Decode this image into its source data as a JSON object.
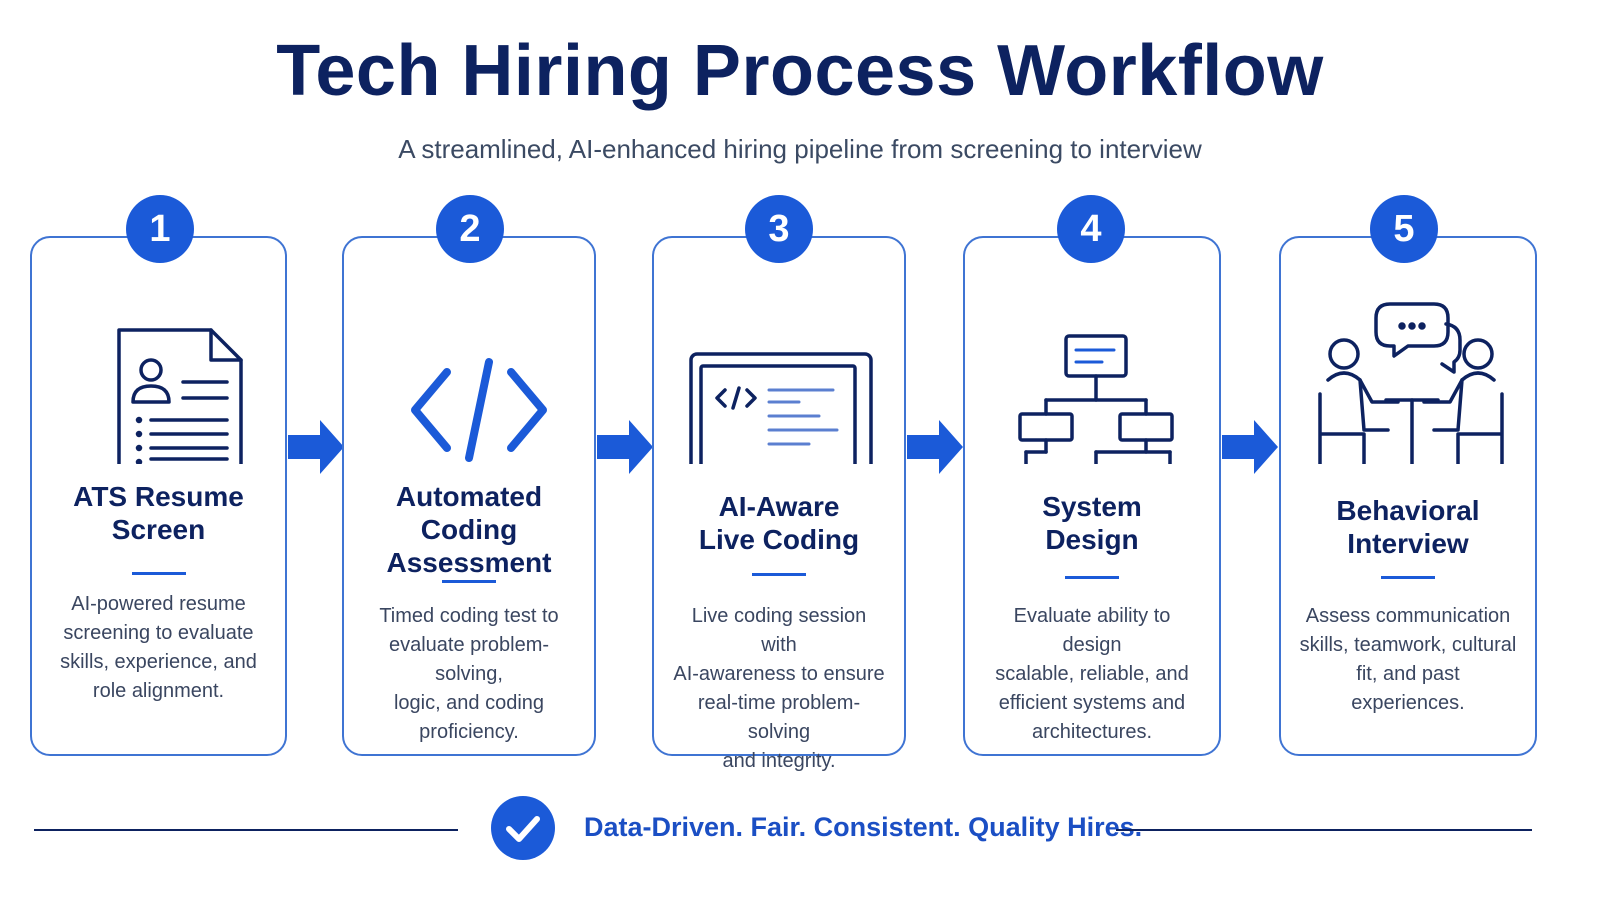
{
  "header": {
    "title": "Tech Hiring Process Workflow",
    "subtitle": "A streamlined, AI-enhanced hiring pipeline from screening to interview"
  },
  "colors": {
    "navy": "#0d2260",
    "accent_blue": "#1b5ad8",
    "card_border": "#3f74d3"
  },
  "steps": [
    {
      "number": "1",
      "title": "ATS Resume\nScreen",
      "description": "AI-powered resume\nscreening to evaluate\nskills, experience, and\nrole alignment.",
      "icon": "resume-document-icon"
    },
    {
      "number": "2",
      "title": "Automated\nCoding\nAssessment",
      "description": "Timed coding test to\nevaluate problem-solving,\nlogic, and coding\nproficiency.",
      "icon": "code-brackets-icon"
    },
    {
      "number": "3",
      "title": "AI-Aware\nLive Coding",
      "description": "Live coding session with\nAI-awareness to ensure\nreal-time problem-solving\nand integrity.",
      "icon": "laptop-code-icon"
    },
    {
      "number": "4",
      "title": "System\nDesign",
      "description": "Evaluate ability to design\nscalable, reliable, and\nefficient systems and\narchitectures.",
      "icon": "architecture-diagram-icon"
    },
    {
      "number": "5",
      "title": "Behavioral\nInterview",
      "description": "Assess communication\nskills, teamwork, cultural\nfit, and past experiences.",
      "icon": "interview-conversation-icon"
    }
  ],
  "footer": {
    "tagline": "Data-Driven. Fair. Consistent. Quality Hires.",
    "icon": "checkmark-circle-icon"
  }
}
